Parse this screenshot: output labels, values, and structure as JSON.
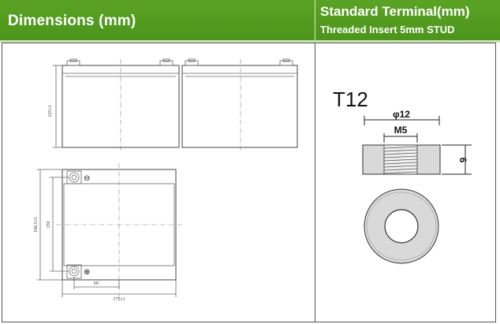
{
  "header": {
    "left_title": "Dimensions (mm)",
    "right_title": "Standard Terminal(mm)",
    "right_subtitle": "Threaded Insert 5mm STUD"
  },
  "drawing": {
    "height_dim": "125±1",
    "outer_height_dim": "166.5±1",
    "inner_height_dim": "150",
    "terminal_spacing_dim": "60",
    "width_dim": "175±1",
    "minus_symbol": "⊖",
    "plus_symbol": "⊕"
  },
  "terminal": {
    "type": "T12",
    "diameter_label": "φ12",
    "thread_label": "M5",
    "height_label": "6"
  },
  "colors": {
    "header_green": "#4c951c",
    "strip_green": "#c9e3b2"
  }
}
